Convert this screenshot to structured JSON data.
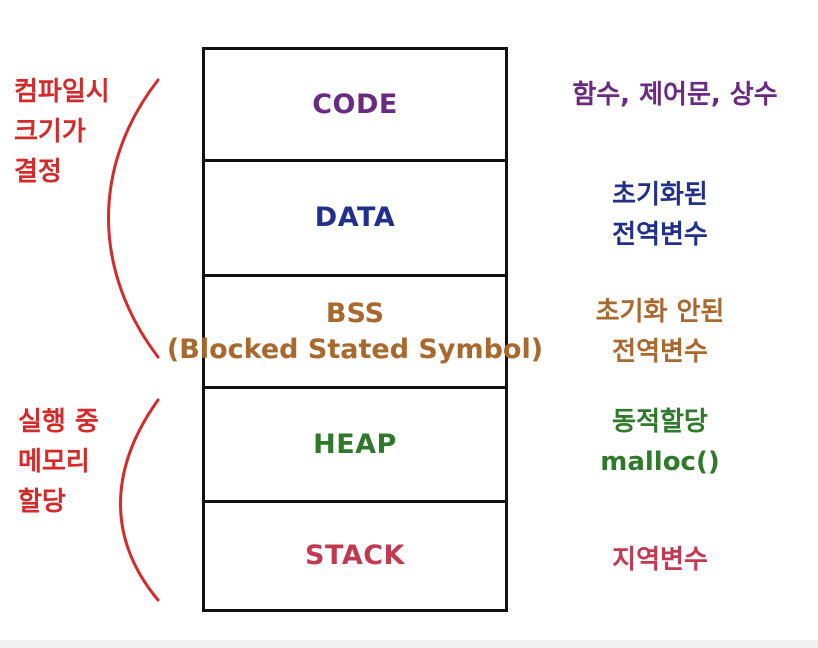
{
  "colors": {
    "code": "#6b2a82",
    "data": "#21308a",
    "bss": "#a8682e",
    "heap": "#2f7a2a",
    "stack": "#c23a52",
    "note": "#d42a2a",
    "border": "#111111"
  },
  "segments": {
    "code": {
      "label": "CODE"
    },
    "data": {
      "label": "DATA"
    },
    "bss": {
      "label": "BSS",
      "sublabel": "(Blocked Stated Symbol)"
    },
    "heap": {
      "label": "HEAP"
    },
    "stack": {
      "label": "STACK"
    }
  },
  "descriptions": {
    "code": {
      "line1": "함수, 제어문, 상수"
    },
    "data": {
      "line1": "초기화된",
      "line2": "전역변수"
    },
    "bss": {
      "line1": "초기화 안된",
      "line2": "전역변수"
    },
    "heap": {
      "line1": "동적할당",
      "line2": "malloc()"
    },
    "stack": {
      "line1": "지역변수"
    }
  },
  "notes": {
    "compile": {
      "line1": "컴파일시",
      "line2": "크기가",
      "line3": "결정"
    },
    "runtime": {
      "line1": "실행 중",
      "line2": "메모리",
      "line3": "할당"
    }
  }
}
